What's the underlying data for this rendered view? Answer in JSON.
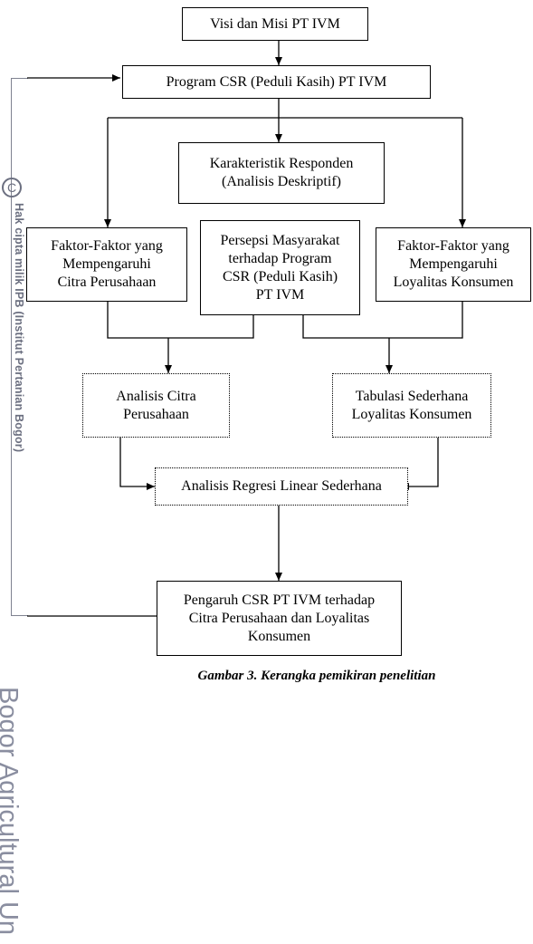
{
  "watermark": {
    "copyright_symbol": "C",
    "hak_cipta": "Hak cipta milik IPB (Institut Pertanian Bogor)",
    "university": "Bogor Agricultural Un"
  },
  "boxes": {
    "visi_misi": [
      "Visi dan Misi PT IVM"
    ],
    "program_csr": [
      "Program CSR (Peduli Kasih) PT IVM"
    ],
    "karakteristik": [
      "Karakteristik Responden",
      "(Analisis Deskriptif)"
    ],
    "faktor_citra": [
      "Faktor-Faktor yang",
      "Mempengaruhi",
      "Citra Perusahaan"
    ],
    "persepsi": [
      "Persepsi Masyarakat",
      "terhadap Program",
      "CSR (Peduli  Kasih)",
      "PT IVM"
    ],
    "faktor_loyalitas": [
      "Faktor-Faktor yang",
      "Mempengaruhi",
      "Loyalitas Konsumen"
    ],
    "analisis_citra": [
      "Analisis Citra",
      "Perusahaan"
    ],
    "tabulasi": [
      "Tabulasi Sederhana",
      "Loyalitas Konsumen"
    ],
    "regresi": [
      "Analisis Regresi Linear Sederhana"
    ],
    "pengaruh": [
      "Pengaruh CSR PT IVM terhadap",
      "Citra Perusahaan dan Loyalitas",
      "Konsumen"
    ]
  },
  "caption": "Gambar 3. Kerangka pemikiran penelitian"
}
